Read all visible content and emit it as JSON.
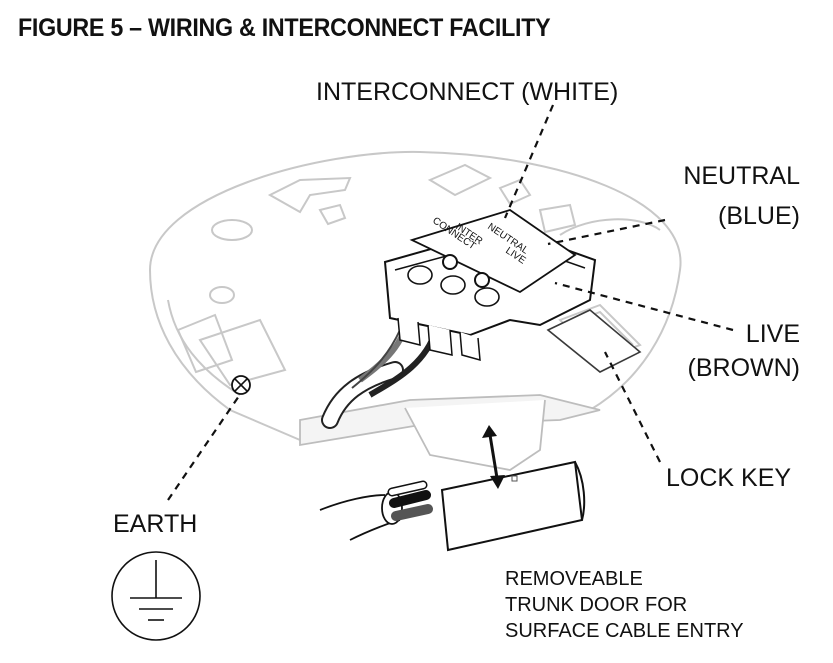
{
  "figure": {
    "title": "FIGURE 5 – WIRING & INTERCONNECT FACILITY"
  },
  "callouts": {
    "interconnect": "INTERCONNECT (WHITE)",
    "neutral_line1": "NEUTRAL",
    "neutral_line2": "(BLUE)",
    "live_line1": "LIVE",
    "live_line2": "(BROWN)",
    "lock_key": "LOCK KEY",
    "earth": "EARTH",
    "trunk_line1": "REMOVEABLE",
    "trunk_line2": "TRUNK DOOR FOR",
    "trunk_line3": "SURFACE CABLE ENTRY"
  },
  "terminal_block": {
    "label_connect": "CONNECT",
    "label_inter": "INTER",
    "label_neutral": "NEUTRAL",
    "label_live": "LIVE"
  },
  "symbols": {
    "earth_terminal": "earth-terminal-icon",
    "earth_ground": "ground-symbol-icon"
  }
}
